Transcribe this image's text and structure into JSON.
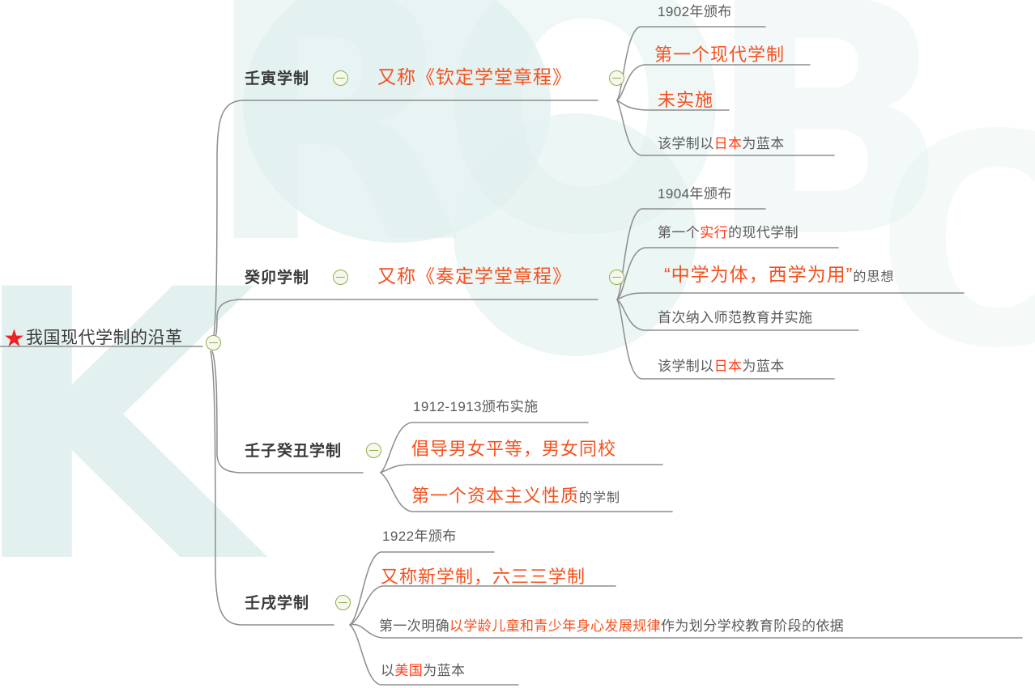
{
  "meta": {
    "title": "我国现代学制的沿革",
    "accent_orange": "#f4511e",
    "accent_red": "#ff3b14",
    "text_gray": "#5a5a5a",
    "line_gray": "#8d8d8d",
    "toggle_green": "#8fae46",
    "star_red": "#ee2222",
    "watermark_color": "#dff0ee"
  },
  "watermark": {
    "letters": [
      "K",
      "R",
      "O",
      "B",
      "O"
    ]
  },
  "root": {
    "label": "我国现代学制的沿革",
    "icon": "red-star",
    "toggle": "minus"
  },
  "branches": [
    {
      "id": "renyin",
      "label": "壬寅学制",
      "toggle": "minus",
      "alias": "又称《钦定学堂章程》",
      "alias_toggle": "minus",
      "leaves": [
        {
          "style": "leaf",
          "parts": [
            {
              "text": "1902年颁布",
              "color": "gray"
            }
          ]
        },
        {
          "style": "leaf-big",
          "parts": [
            {
              "text": "第一个现代学制",
              "color": "orange"
            }
          ]
        },
        {
          "style": "leaf-big",
          "parts": [
            {
              "text": "未实施",
              "color": "orange"
            }
          ]
        },
        {
          "style": "leaf",
          "parts": [
            {
              "text": "该学制以",
              "color": "gray"
            },
            {
              "text": "日本",
              "color": "red"
            },
            {
              "text": "为蓝本",
              "color": "gray"
            }
          ]
        }
      ]
    },
    {
      "id": "guimao",
      "label": "癸卯学制",
      "toggle": "minus",
      "alias": "又称《奏定学堂章程》",
      "alias_toggle": "minus",
      "leaves": [
        {
          "style": "leaf",
          "parts": [
            {
              "text": "1904年颁布",
              "color": "gray"
            }
          ]
        },
        {
          "style": "leaf",
          "parts": [
            {
              "text": "第一个",
              "color": "gray"
            },
            {
              "text": "实行",
              "color": "red"
            },
            {
              "text": "的现代学制",
              "color": "gray"
            }
          ]
        },
        {
          "style": "leaf-quote",
          "parts": [
            {
              "text": "“中学为体，西学为用”",
              "color": "orange"
            },
            {
              "text": "的思想",
              "color": "gray-sm"
            }
          ]
        },
        {
          "style": "leaf",
          "parts": [
            {
              "text": "首次纳入师范教育并实施",
              "color": "gray"
            }
          ]
        },
        {
          "style": "leaf",
          "parts": [
            {
              "text": "该学制以",
              "color": "gray"
            },
            {
              "text": "日本",
              "color": "red"
            },
            {
              "text": "为蓝本",
              "color": "gray"
            }
          ]
        }
      ]
    },
    {
      "id": "renzi-guichou",
      "label": "壬子癸丑学制",
      "toggle": "minus",
      "alias": null,
      "alias_toggle": null,
      "leaves": [
        {
          "style": "leaf",
          "parts": [
            {
              "text": "1912-1913颁布实施",
              "color": "gray"
            }
          ]
        },
        {
          "style": "leaf-big",
          "parts": [
            {
              "text": "倡导男女平等，男女同校",
              "color": "orange"
            }
          ]
        },
        {
          "style": "leaf-big",
          "parts": [
            {
              "text": "第一个资本主义性质",
              "color": "orange"
            },
            {
              "text": "的学制",
              "color": "gray-sm"
            }
          ]
        }
      ]
    },
    {
      "id": "renxu",
      "label": "壬戌学制",
      "toggle": "minus",
      "alias": null,
      "alias_toggle": null,
      "leaves": [
        {
          "style": "leaf",
          "parts": [
            {
              "text": "1922年颁布",
              "color": "gray"
            }
          ]
        },
        {
          "style": "leaf-big",
          "parts": [
            {
              "text": "又称新学制，六三三学制",
              "color": "orange"
            }
          ]
        },
        {
          "style": "leaf",
          "parts": [
            {
              "text": "第一次明确",
              "color": "gray"
            },
            {
              "text": "以学龄儿童和青少年身心发展规律",
              "color": "orange"
            },
            {
              "text": "作为划分学校教育阶段的依据",
              "color": "gray"
            }
          ]
        },
        {
          "style": "leaf",
          "parts": [
            {
              "text": "以",
              "color": "gray"
            },
            {
              "text": "美国",
              "color": "red"
            },
            {
              "text": "为蓝本",
              "color": "gray"
            }
          ]
        }
      ]
    }
  ]
}
